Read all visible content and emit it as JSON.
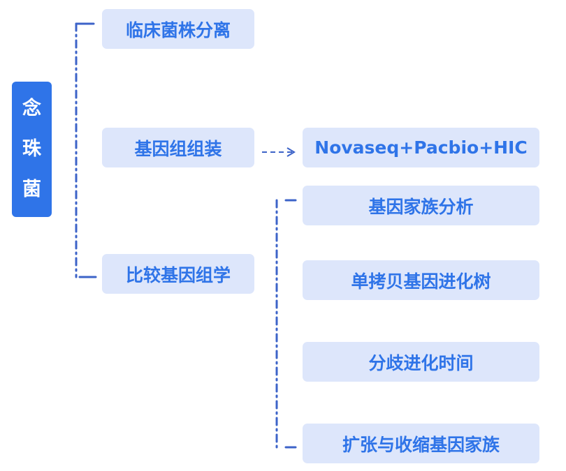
{
  "root": {
    "chars": [
      "念",
      "珠",
      "菌"
    ]
  },
  "level1": {
    "isolation": "临床菌株分离",
    "assembly": "基因组组装",
    "comparative": "比较基因组学"
  },
  "assembly_method": "Novaseq+Pacbio+HIC",
  "comparative_items": [
    "基因家族分析",
    "单拷贝基因进化树",
    "分歧进化时间",
    "扩张与收缩基因家族"
  ],
  "colors": {
    "accent": "#2f74e8",
    "node_bg": "#dde6fb",
    "connector": "#3c63c8"
  }
}
